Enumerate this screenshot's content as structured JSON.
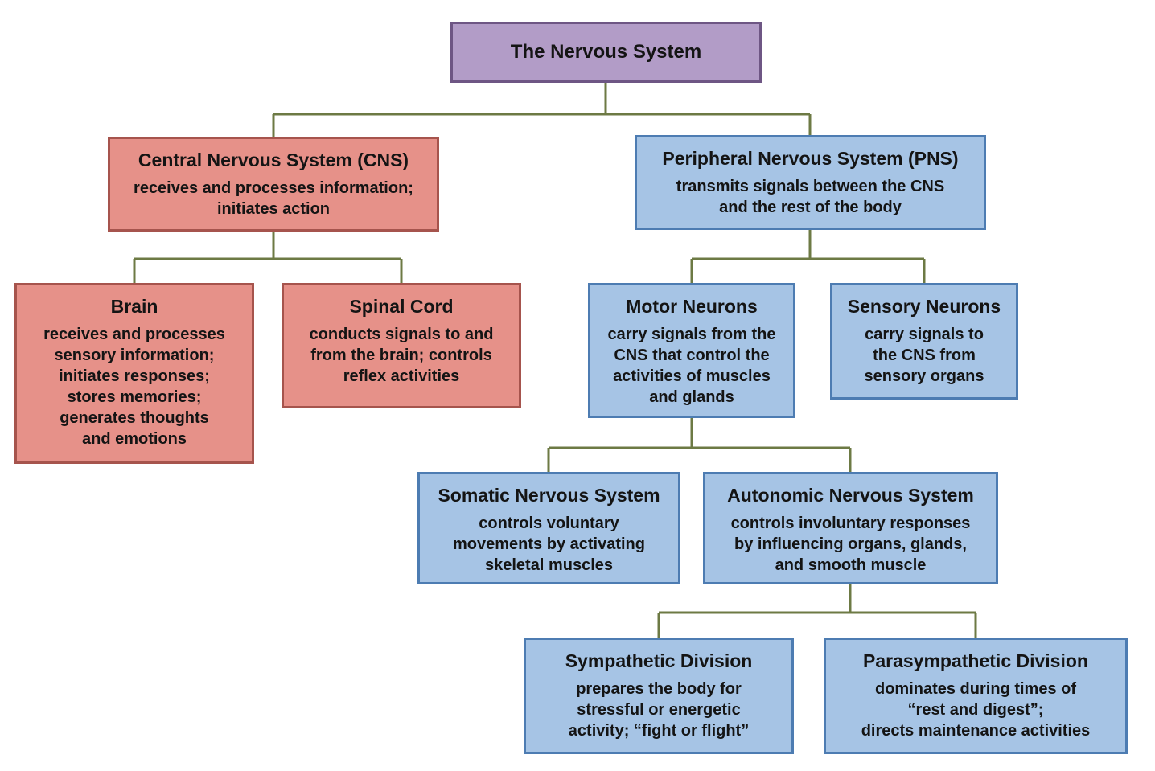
{
  "diagram": {
    "type": "tree-flowchart",
    "title": "The Nervous System",
    "colors": {
      "root_fill": "#b29cc7",
      "root_border": "#6e5684",
      "cns_branch_fill": "#e69189",
      "cns_branch_border": "#a6544d",
      "pns_branch_fill": "#a6c4e5",
      "pns_branch_border": "#4d7cb2",
      "connector_line": "#6d7a44",
      "text": "#141414",
      "background": "#ffffff"
    },
    "nodes": {
      "root": {
        "title": "The Nervous System"
      },
      "cns": {
        "title": "Central Nervous System (CNS)",
        "body": "receives and processes information;\ninitiates action"
      },
      "pns": {
        "title": "Peripheral Nervous System (PNS)",
        "body": "transmits signals between the CNS\nand the rest of the body"
      },
      "brain": {
        "title": "Brain",
        "body": "receives and processes\nsensory information;\ninitiates responses;\nstores memories;\ngenerates thoughts\nand emotions"
      },
      "spinal_cord": {
        "title": "Spinal Cord",
        "body": "conducts signals to and\nfrom the brain; controls\nreflex activities"
      },
      "motor_neurons": {
        "title": "Motor Neurons",
        "body": "carry signals from the\nCNS that control the\nactivities of muscles\nand glands"
      },
      "sensory_neurons": {
        "title": "Sensory Neurons",
        "body": "carry signals to\nthe CNS from\nsensory organs"
      },
      "somatic": {
        "title": "Somatic Nervous System",
        "body": "controls voluntary\nmovements by activating\nskeletal muscles"
      },
      "autonomic": {
        "title": "Autonomic Nervous System",
        "body": "controls involuntary responses\nby influencing organs, glands,\nand smooth muscle"
      },
      "sympathetic": {
        "title": "Sympathetic Division",
        "body": "prepares the body for\nstressful or energetic\nactivity; “fight or flight”"
      },
      "parasympathetic": {
        "title": "Parasympathetic Division",
        "body": "dominates during times of\n“rest and digest”;\ndirects maintenance activities"
      }
    },
    "edges": [
      {
        "from": "root",
        "to": "cns"
      },
      {
        "from": "root",
        "to": "pns"
      },
      {
        "from": "cns",
        "to": "brain"
      },
      {
        "from": "cns",
        "to": "spinal_cord"
      },
      {
        "from": "pns",
        "to": "motor_neurons"
      },
      {
        "from": "pns",
        "to": "sensory_neurons"
      },
      {
        "from": "motor_neurons",
        "to": "somatic"
      },
      {
        "from": "motor_neurons",
        "to": "autonomic"
      },
      {
        "from": "autonomic",
        "to": "sympathetic"
      },
      {
        "from": "autonomic",
        "to": "parasympathetic"
      }
    ]
  }
}
